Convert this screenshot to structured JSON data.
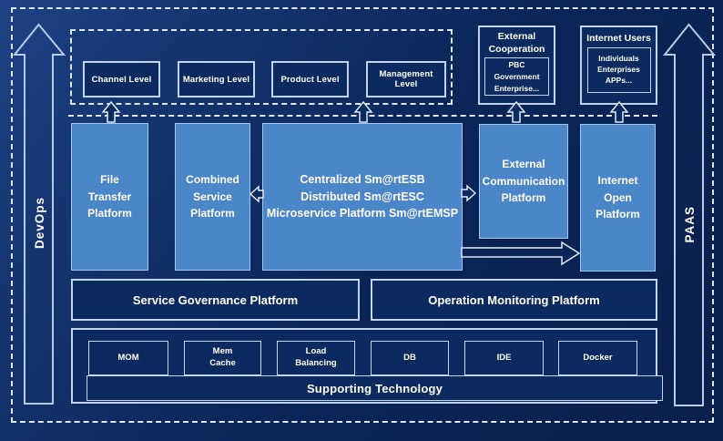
{
  "colors": {
    "background": "#0b2559",
    "platform_fill": "#4a86c8",
    "dark_fill": "#0c2a5f",
    "border_light": "#c3d5ee",
    "dashed_line": "#dfe9f6",
    "text": "#ffffff"
  },
  "side_rails": {
    "devops_label": "DevOps",
    "paas_label": "PAAS"
  },
  "channel_levels": [
    "Channel Level",
    "Marketing Level",
    "Product Level",
    "Management Level"
  ],
  "external_cooperation": {
    "title": "External\nCooperation",
    "members": "PBC Government\nEnterprise..."
  },
  "internet_users": {
    "title": "Internet Users",
    "members": "Individuals\nEnterprises\nAPPs..."
  },
  "platform_row": {
    "file_transfer": "File\nTransfer\nPlatform",
    "combined_service": "Combined\nService\nPlatform",
    "esb_suite": "Centralized Sm@rtESB\nDistributed Sm@rtESC\nMicroservice Platform Sm@rtEMSP",
    "external_communication": "External\nCommunication\nPlatform",
    "internet_open": "Internet\nOpen\nPlatform"
  },
  "management_row": {
    "service_governance": "Service Governance Platform",
    "operation_monitoring": "Operation Monitoring Platform"
  },
  "supporting": {
    "bar_label": "Supporting Technology",
    "technologies": [
      "MOM",
      "Mem\nCache",
      "Load\nBalancing",
      "DB",
      "IDE",
      "Docker"
    ]
  }
}
